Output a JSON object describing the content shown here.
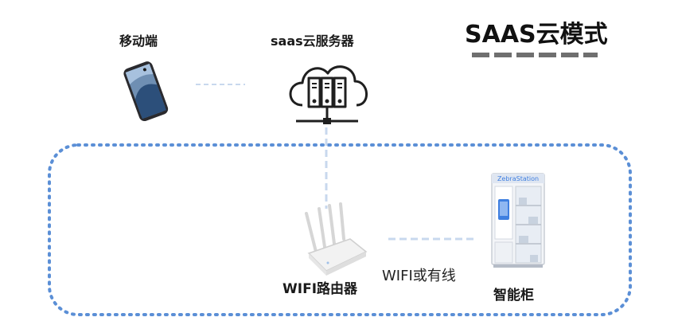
{
  "title": "SAAS云模式",
  "nodes": {
    "phone": {
      "label": "移动端",
      "icon": "smartphone-icon"
    },
    "server": {
      "label": "saas云服务器",
      "icon": "cloud-server-icon"
    },
    "router": {
      "label": "WIFI路由器",
      "icon": "wifi-router-icon"
    },
    "cabinet": {
      "label": "智能柜",
      "icon": "smart-cabinet-icon",
      "brand": "ZebraStation"
    }
  },
  "links": {
    "router_cabinet": {
      "label": "WIFI或有线"
    }
  },
  "colors": {
    "boundary": "#5b8fd6",
    "connector": "#c8d8ee",
    "title_dash": "#6f6f6f",
    "cabinet_accent": "#3f7fe0"
  }
}
